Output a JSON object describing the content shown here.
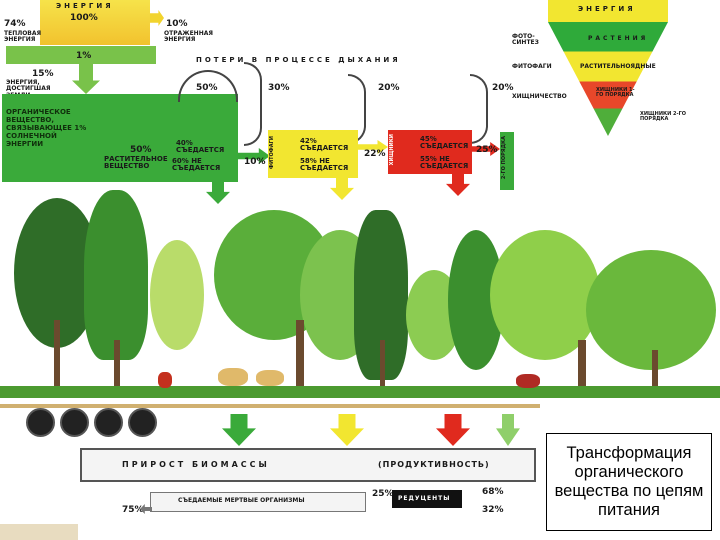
{
  "energy_panel": {
    "title": "ЭНЕРГИЯ",
    "total": "100%",
    "heat_pct": "74%",
    "heat_label": "ТЕПЛОВАЯ ЭНЕРГИЯ",
    "reflected_pct": "10%",
    "reflected_label": "ОТРАЖЕННАЯ ЭНЕРГИЯ",
    "loss_1pct": "1%",
    "ground_pct": "15%",
    "ground_label": "ЭНЕРГИЯ, ДОСТИГШАЯ ЗЕМЛИ"
  },
  "respiration": {
    "title": "ПОТЕРИ В ПРОЦЕССЕ ДЫХАНИЯ",
    "values": [
      "50%",
      "30%",
      "20%",
      "20%"
    ]
  },
  "organic_box": {
    "text": "ОРГАНИЧЕСКОЕ ВЕЩЕСТВО, СВЯЗЫВАЮЩЕЕ 1% СОЛНЕЧНОЙ ЭНЕРГИИ",
    "plant_pct": "50%",
    "plant_label": "РАСТИТЕЛЬНОЕ ВЕЩЕСТВО",
    "eaten_pct": "40% СЪЕДАЕТСЯ",
    "not_eaten_pct": "60% НЕ СЪЕДАЕТСЯ",
    "side_pct": "10%"
  },
  "phytophages": {
    "label": "ФИТОФАГИ",
    "eaten": "42% СЪЕДАЕТСЯ",
    "not_eaten": "58% НЕ СЪЕДАЕТСЯ",
    "side_pct": "22%"
  },
  "predators": {
    "label": "ХИЩНИКИ",
    "eaten": "45% СЪЕДАЕТСЯ",
    "not_eaten": "55% НЕ СЪЕДАЕТСЯ",
    "side_pct": "25%",
    "second_order": "2-ГО ПОРЯДКА"
  },
  "pyramid": {
    "title": "ЭНЕРГИЯ",
    "levels": [
      {
        "left": "ФОТО-СИНТЕЗ",
        "label": "РАСТЕНИЯ",
        "color": "#2faa3a"
      },
      {
        "left": "ФИТОФАГИ",
        "label": "РАСТИТЕЛЬНОЯДНЫЕ",
        "color": "#f2e630"
      },
      {
        "left": "ХИЩНИЧЕСТВО",
        "label": "ХИЩНИКИ 1-ГО ПОРЯДКА",
        "color": "#e8472a"
      },
      {
        "left": "",
        "label": "ХИЩНИКИ 2-ГО ПОРЯДКА",
        "color": "#4fae3a"
      }
    ]
  },
  "biomass": {
    "title": "ПРИРОСТ БИОМАССЫ",
    "subtitle": "(ПРОДУКТИВНОСТЬ)",
    "dead_label": "СЪЕДАЕМЫЕ МЕРТВЫЕ ОРГАНИЗМЫ",
    "dead_pct": "75%",
    "decomp_pct": "25%",
    "reducers": "РЕДУЦЕНТЫ",
    "out_68": "68%",
    "out_32": "32%"
  },
  "caption": "Трансформация органического вещества по цепям питания",
  "colors": {
    "green": "#3aaa3a",
    "yellow": "#f2e630",
    "red": "#e02a1e",
    "pale_green": "#8fcf6a",
    "orange": "#f08a1e"
  }
}
